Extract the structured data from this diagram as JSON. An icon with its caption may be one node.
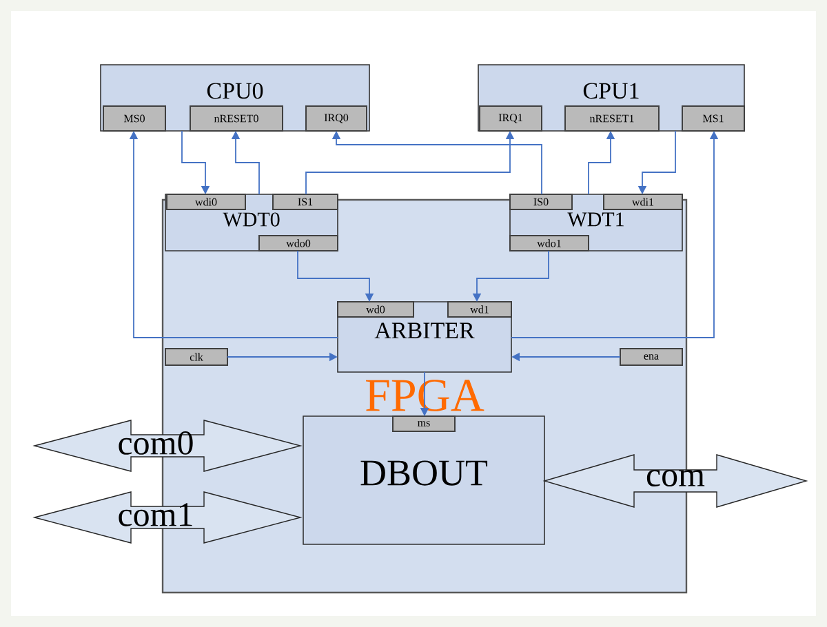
{
  "diagram": {
    "nodes": [
      {
        "text": [
          "CPU0"
        ]
      },
      {
        "text": [
          "MS0"
        ],
        "in": 0
      },
      {
        "text": [
          "nRESET0"
        ],
        "in": 0
      },
      {
        "text": [
          "IRQ0"
        ],
        "in": 0
      },
      {
        "text": [
          "CPU1"
        ]
      },
      {
        "text": [
          "IRQ1"
        ],
        "in": 4
      },
      {
        "text": [
          "nRESET1"
        ],
        "in": 4
      },
      {
        "text": [
          "MS1"
        ],
        "in": 4
      },
      {
        "text": [
          "FPGA"
        ]
      },
      {
        "text": [
          "WDT0"
        ],
        "in": 8
      },
      {
        "text": [
          "wdi0"
        ],
        "in": 9
      },
      {
        "text": [
          "IS1"
        ],
        "in": 9
      },
      {
        "text": [
          "wdo0"
        ],
        "in": 9
      },
      {
        "text": [
          "WDT1"
        ],
        "in": 8
      },
      {
        "text": [
          "IS0"
        ],
        "in": 13
      },
      {
        "text": [
          "wdi1"
        ],
        "in": 13
      },
      {
        "text": [
          "wdo1"
        ],
        "in": 13
      },
      {
        "text": [
          "ARBITER"
        ],
        "in": 8
      },
      {
        "text": [
          "wd0"
        ],
        "in": 17
      },
      {
        "text": [
          "wd1"
        ],
        "in": 17
      },
      {
        "text": [
          "clk"
        ],
        "in": 8
      },
      {
        "text": [
          "ena"
        ],
        "in": 8
      },
      {
        "text": [
          "DBOUT"
        ],
        "in": 8
      },
      {
        "text": [
          "ms"
        ],
        "in": 22
      },
      {
        "text": [
          "com0"
        ]
      },
      {
        "text": [
          "com1"
        ]
      },
      {
        "text": [
          "com"
        ]
      }
    ],
    "edges": [
      {
        "from": 0,
        "to": 10,
        "arrow": "to"
      },
      {
        "from": 9,
        "to": 2,
        "arrow": "to"
      },
      {
        "from": 11,
        "to": 5,
        "arrow": "to"
      },
      {
        "from": 14,
        "to": 3,
        "arrow": "to"
      },
      {
        "from": 13,
        "to": 6,
        "arrow": "to"
      },
      {
        "from": 4,
        "to": 15,
        "arrow": "to"
      },
      {
        "from": 12,
        "to": 18,
        "arrow": "to"
      },
      {
        "from": 16,
        "to": 19,
        "arrow": "to"
      },
      {
        "from": 17,
        "to": 1,
        "arrow": "to"
      },
      {
        "from": 17,
        "to": 7,
        "arrow": "to"
      },
      {
        "from": 20,
        "to": 17,
        "arrow": "to"
      },
      {
        "from": 21,
        "to": 17,
        "arrow": "to"
      },
      {
        "from": 17,
        "to": 23,
        "arrow": "to"
      }
    ]
  }
}
